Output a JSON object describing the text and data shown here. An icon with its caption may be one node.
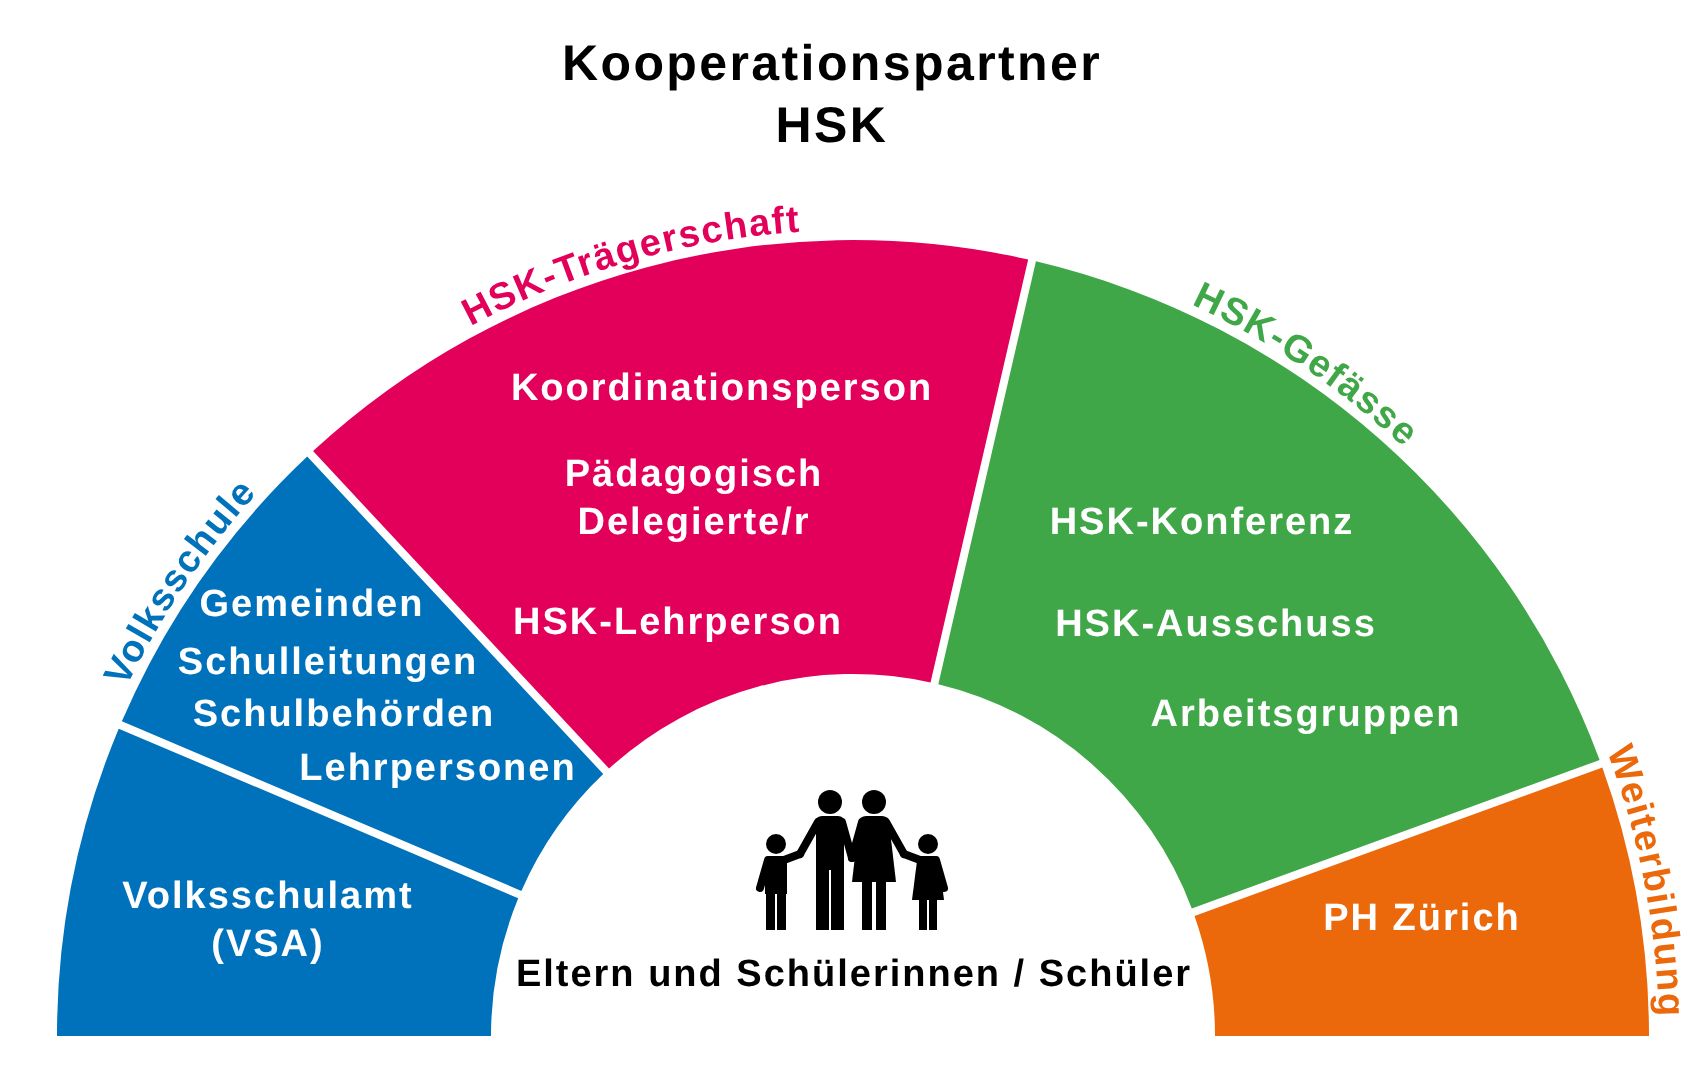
{
  "diagram": {
    "title": "Kooperationspartner HSK",
    "nodes": [
      {
        "text": [
          "Volksschulamt (VSA)"
        ]
      },
      {
        "text": [
          "Volksschule",
          "Gemeinden",
          "Schulleitungen",
          "Schulbehörden",
          "Lehrpersonen"
        ]
      },
      {
        "text": [
          "HSK-Trägerschaft",
          "Koordinationsperson",
          "Pädagogisch Delegierte/r",
          "HSK-Lehrperson"
        ]
      },
      {
        "text": [
          "HSK-Gefässe",
          "HSK-Konferenz",
          "HSK-Ausschuss",
          "Arbeitsgruppen"
        ]
      },
      {
        "text": [
          "PH Zürich",
          "Weiterbildung"
        ]
      },
      {
        "text": [
          "Eltern und Schülerinnen / Schüler"
        ]
      }
    ]
  }
}
